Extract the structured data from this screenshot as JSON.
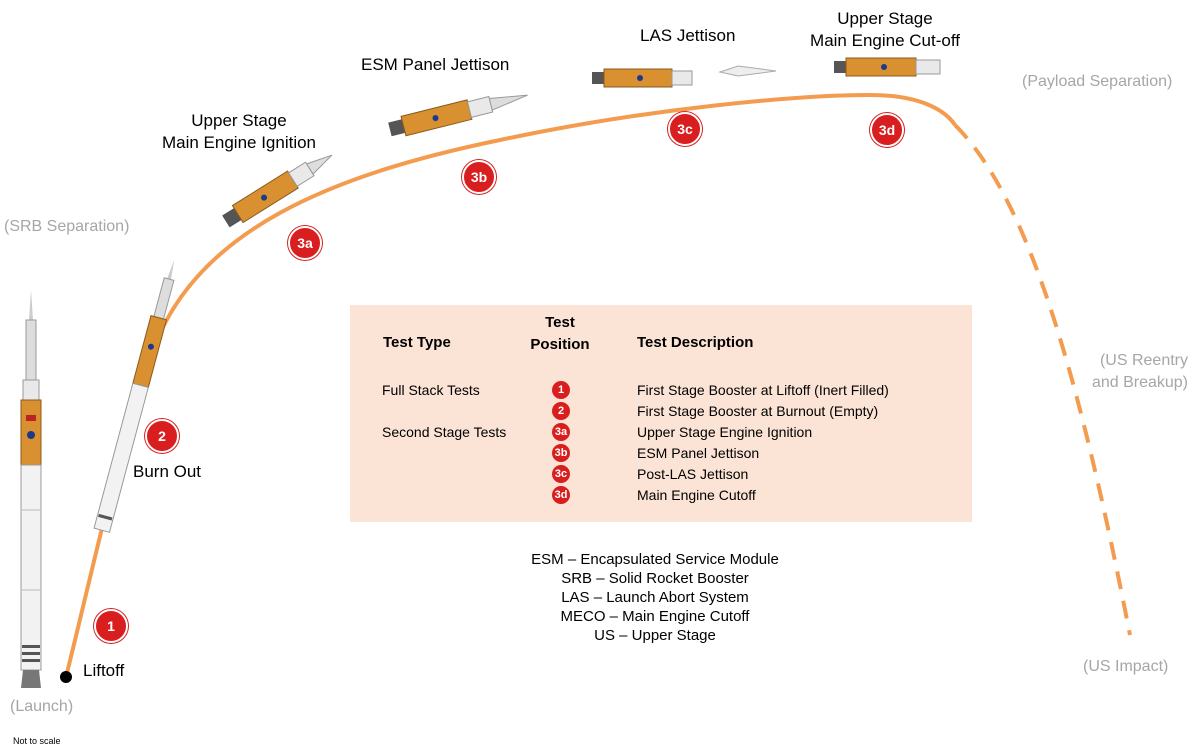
{
  "labels": {
    "launch": "(Launch)",
    "liftoff": "Liftoff",
    "burn_out": "Burn Out",
    "srb_separation": "(SRB Separation)",
    "upper_stage_ignition_line1": "Upper Stage",
    "upper_stage_ignition_line2": "Main Engine Ignition",
    "esm_panel_jettison": "ESM Panel Jettison",
    "las_jettison": "LAS Jettison",
    "upper_stage_cutoff_line1": "Upper Stage",
    "upper_stage_cutoff_line2": "Main Engine Cut-off",
    "payload_separation": "(Payload Separation)",
    "us_reentry_line1": "(US Reentry",
    "us_reentry_line2": "and Breakup)",
    "us_impact": "(US Impact)",
    "not_to_scale": "Not to scale"
  },
  "markers": {
    "m1": "1",
    "m2": "2",
    "m3a": "3a",
    "m3b": "3b",
    "m3c": "3c",
    "m3d": "3d"
  },
  "table": {
    "headers": {
      "test_type": "Test Type",
      "test_position_line1": "Test",
      "test_position_line2": "Position",
      "test_description": "Test Description"
    },
    "rows": [
      {
        "type": "Full Stack Tests",
        "position": "1",
        "description": "First Stage Booster at Liftoff (Inert Filled)"
      },
      {
        "type": "",
        "position": "2",
        "description": "First Stage Booster at Burnout (Empty)"
      },
      {
        "type": "Second Stage Tests",
        "position": "3a",
        "description": "Upper Stage Engine Ignition"
      },
      {
        "type": "",
        "position": "3b",
        "description": "ESM Panel Jettison"
      },
      {
        "type": "",
        "position": "3c",
        "description": "Post-LAS Jettison"
      },
      {
        "type": "",
        "position": "3d",
        "description": "Main Engine Cutoff"
      }
    ]
  },
  "legend": [
    "ESM – Encapsulated Service Module",
    "SRB – Solid Rocket Booster",
    "LAS – Launch Abort System",
    "MECO – Main Engine Cutoff",
    "US – Upper Stage"
  ],
  "colors": {
    "trajectory": "#f39c4f",
    "marker": "#d81e1e",
    "table_bg": "#fbe4d5",
    "gray_label": "#a6a6a6",
    "rocket_orange": "#d99030"
  },
  "icons": [
    "rocket-stack-icon",
    "rocket-burnout-icon",
    "upper-stage-icon",
    "las-icon"
  ]
}
